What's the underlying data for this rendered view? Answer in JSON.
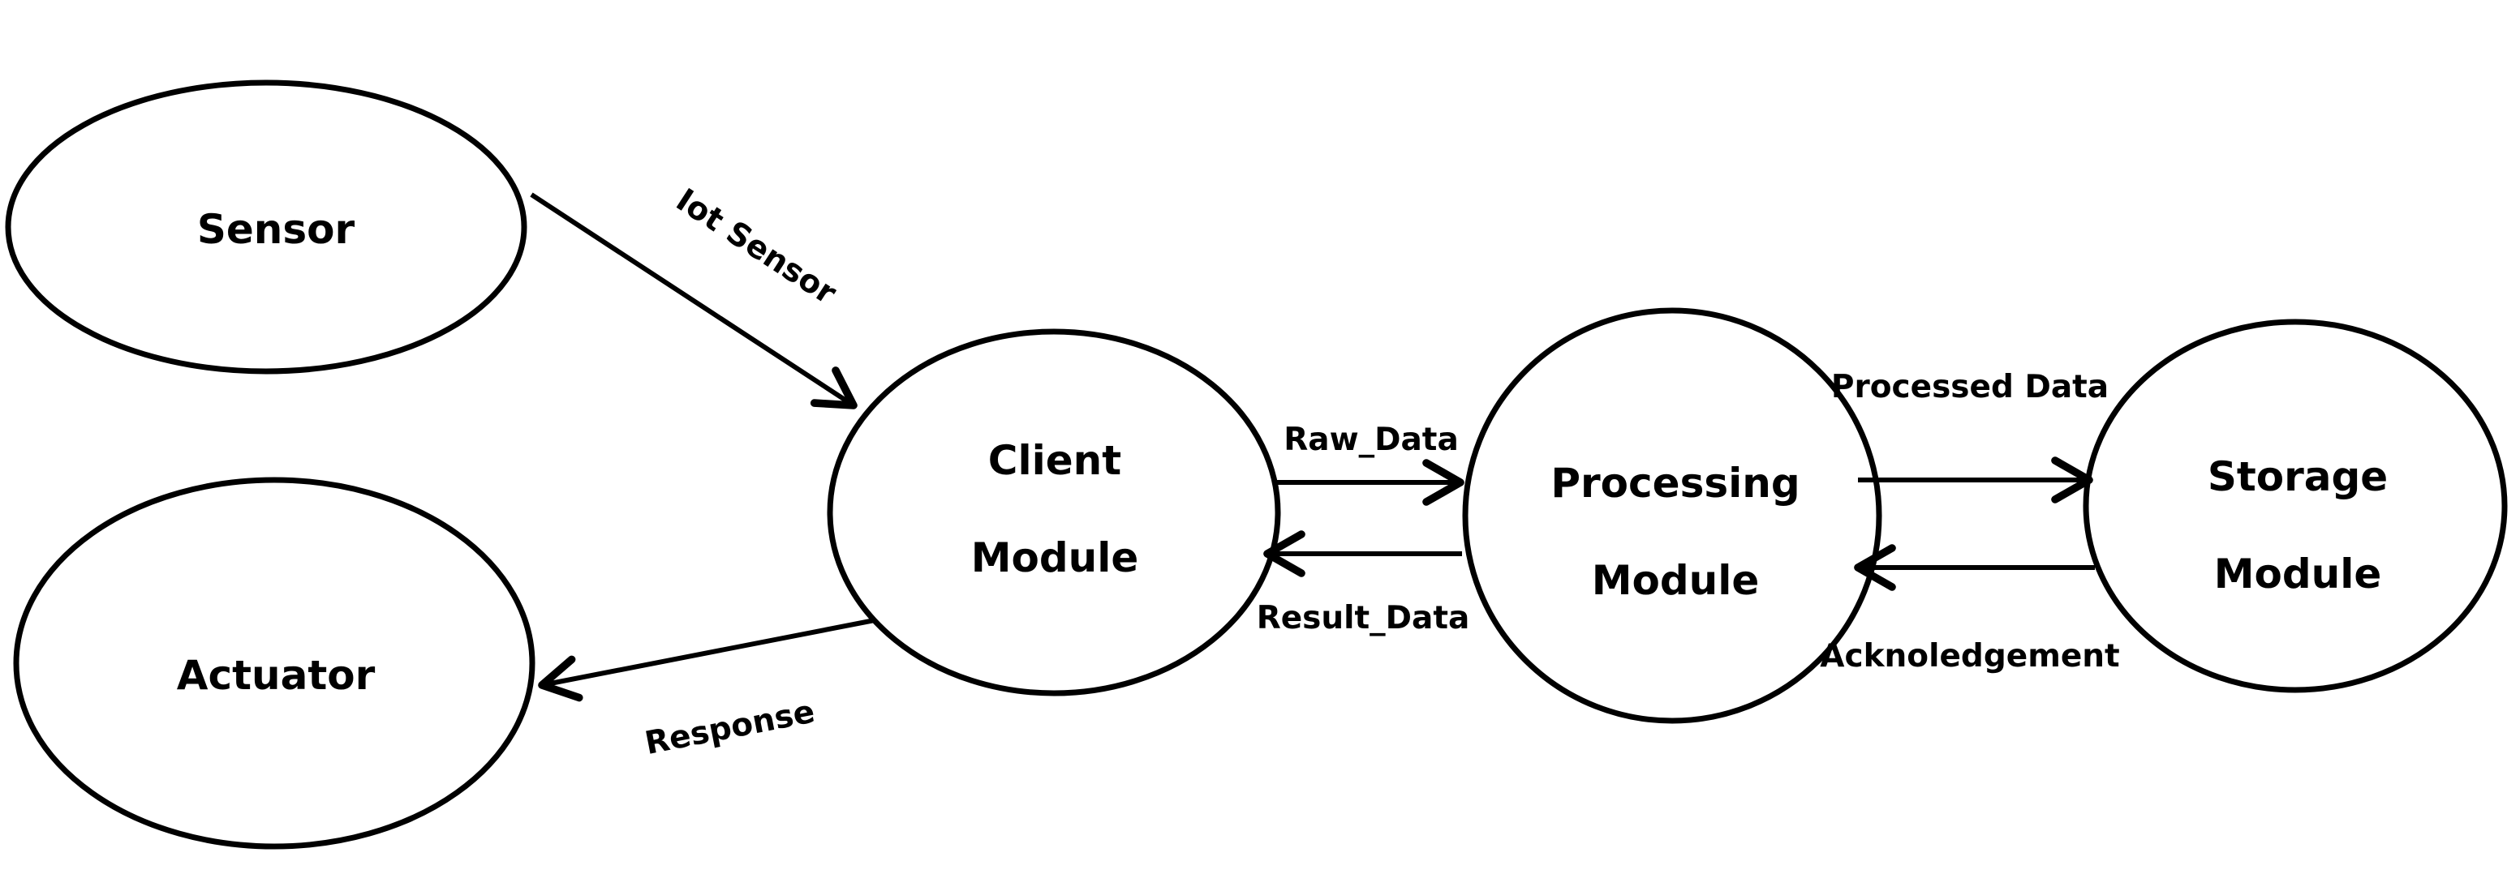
{
  "diagram": {
    "nodes": {
      "sensor": {
        "lines": [
          "Sensor"
        ]
      },
      "actuator": {
        "lines": [
          "Actuator"
        ]
      },
      "client": {
        "lines": [
          "Client",
          "Module"
        ]
      },
      "processing": {
        "lines": [
          "Processing",
          "Module"
        ]
      },
      "storage": {
        "lines": [
          "Storage",
          "Module"
        ]
      }
    },
    "edges": {
      "iot_sensor": "Iot Sensor",
      "response": "Response",
      "raw_data": "Raw_Data",
      "result_data": "Result_Data",
      "processed_data": "Processed Data",
      "acknowledgement": "Acknoledgement"
    }
  }
}
